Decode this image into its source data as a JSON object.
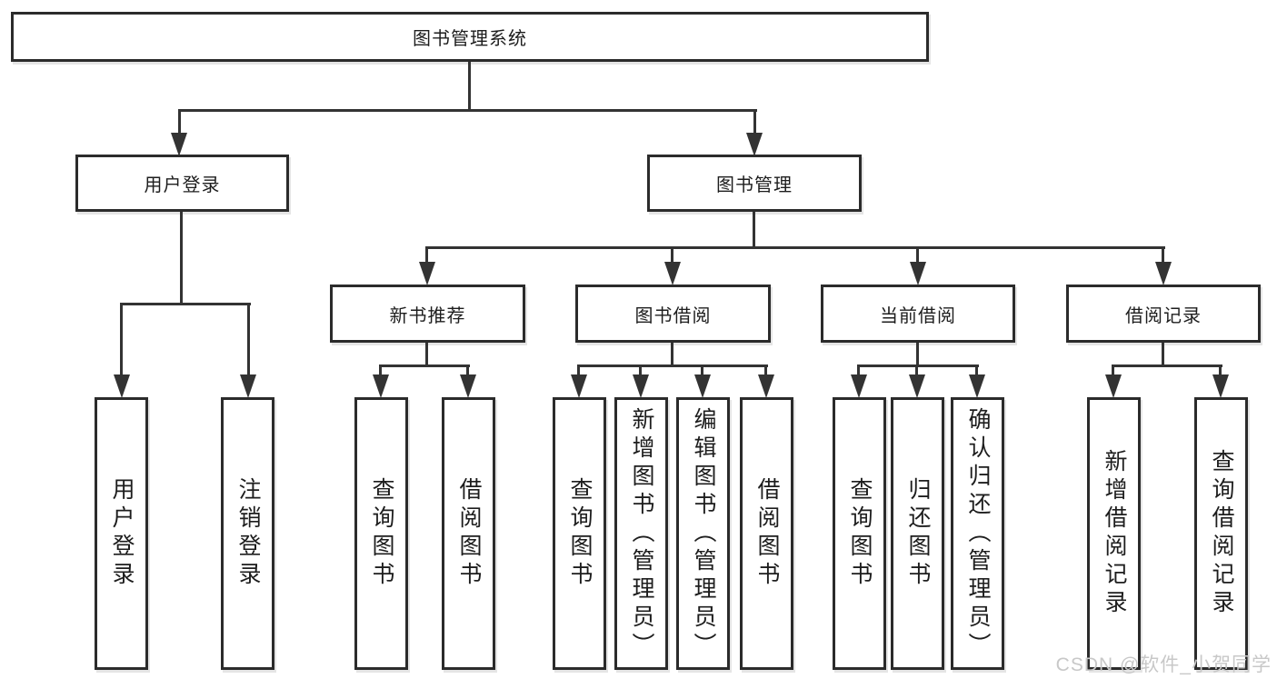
{
  "nodes": {
    "root": {
      "label": "图书管理系统"
    },
    "level1": [
      {
        "label": "用户登录"
      },
      {
        "label": "图书管理"
      }
    ],
    "level2": [
      {
        "label": "新书推荐"
      },
      {
        "label": "图书借阅"
      },
      {
        "label": "当前借阅"
      },
      {
        "label": "借阅记录"
      }
    ],
    "leaves": [
      {
        "label": "用户登录"
      },
      {
        "label": "注销登录"
      },
      {
        "label": "查询图书"
      },
      {
        "label": "借阅图书"
      },
      {
        "label": "查询图书"
      },
      {
        "label": "新增图书（管理员）"
      },
      {
        "label": "编辑图书（管理员）"
      },
      {
        "label": "借阅图书"
      },
      {
        "label": "查询图书"
      },
      {
        "label": "归还图书"
      },
      {
        "label": "确认归还（管理员）"
      },
      {
        "label": "新增借阅记录"
      },
      {
        "label": "查询借阅记录"
      }
    ]
  },
  "watermark": {
    "text": "CSDN @软件_小贺同学"
  },
  "colors": {
    "line": "#333333",
    "border": "#2b2b2b",
    "text": "#1d1d1d",
    "watermark": "#c8c8c8",
    "background": "#ffffff"
  }
}
